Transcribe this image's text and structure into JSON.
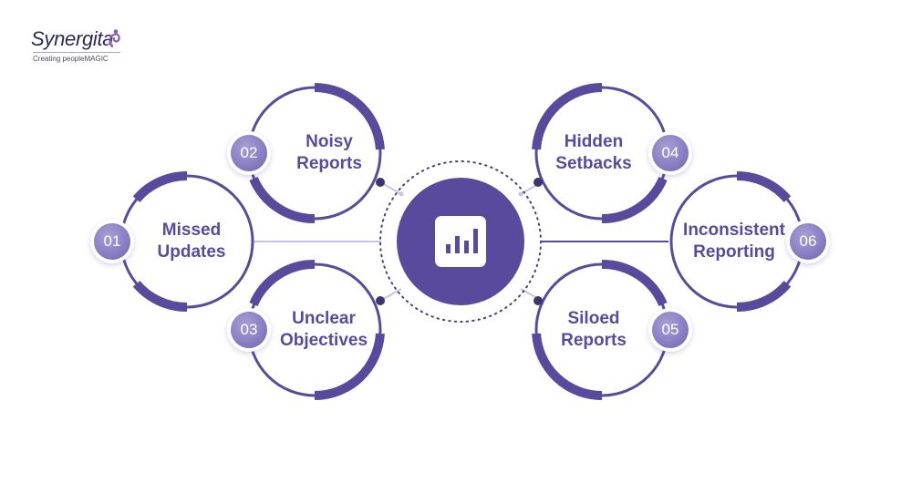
{
  "brand": {
    "name": "Synergita",
    "tagline": "Creating peopleMAGIC"
  },
  "center": {
    "icon": "bar-chart-icon"
  },
  "items": [
    {
      "num": "01",
      "line1": "Missed",
      "line2": "Updates"
    },
    {
      "num": "02",
      "line1": "Noisy",
      "line2": "Reports"
    },
    {
      "num": "03",
      "line1": "Unclear",
      "line2": "Objectives"
    },
    {
      "num": "04",
      "line1": "Hidden",
      "line2": "Setbacks"
    },
    {
      "num": "05",
      "line1": "Siloed",
      "line2": "Reports"
    },
    {
      "num": "06",
      "line1": "Inconsistent",
      "line2": "Reporting"
    }
  ],
  "colors": {
    "primary": "#5a4a9e",
    "badge": "#8a7fc4",
    "connector": "#c9c2e8"
  }
}
